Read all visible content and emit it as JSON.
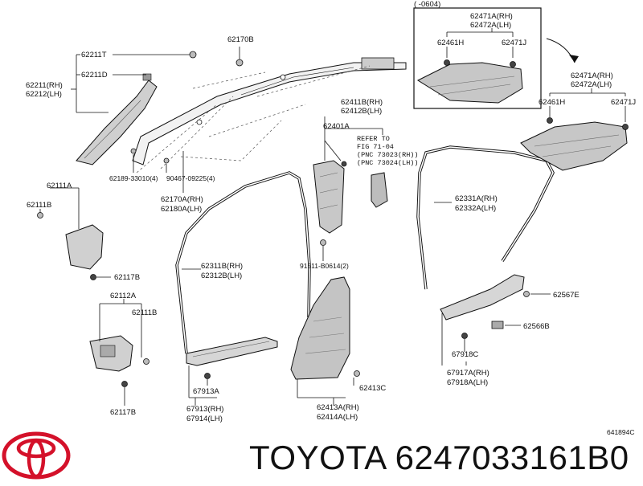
{
  "colors": {
    "brand_red": "#d4112a",
    "line": "#111111",
    "part_fill": "#d9d9d9",
    "part_dark": "#8c8c8c"
  },
  "icons": [
    "toyota-logo"
  ],
  "caption": {
    "brand": "TOYOTA",
    "part_number": "6247033161B0"
  },
  "diagram": {
    "drawing_code": "641894C",
    "inset_header": "(     -0604)",
    "refer_note": [
      "REFER TO",
      "FIG 71-04",
      "(PNC 73023(RH))",
      "(PNC 73024(LH))"
    ],
    "labels": {
      "l_62170B": "62170B",
      "l_62211T": "62211T",
      "l_62211D": "62211D",
      "l_62211RH": "62211(RH)",
      "l_62212LH": "62212(LH)",
      "l_62189": "62189-33010(4)",
      "l_90467": "90467-09225(4)",
      "l_62170A": "62170A(RH)",
      "l_62180A": "62180A(LH)",
      "l_62111A": "62111A",
      "l_62111B_1": "62111B",
      "l_62117B_1": "62117B",
      "l_62112A": "62112A",
      "l_62111B_2": "62111B",
      "l_62117B_2": "62117B",
      "l_62311B": "62311B(RH)",
      "l_62312B": "62312B(LH)",
      "l_67913A": "67913A",
      "l_67913RH": "67913(RH)",
      "l_67914LH": "67914(LH)",
      "l_62411B": "62411B(RH)",
      "l_62412B": "62412B(LH)",
      "l_62401A": "62401A",
      "l_91511": "91511-B0614(2)",
      "l_62413C": "62413C",
      "l_62413A": "62413A(RH)",
      "l_62414A": "62414A(LH)",
      "l_62331A": "62331A(RH)",
      "l_62332A": "62332A(LH)",
      "l_62567E": "62567E",
      "l_62566B": "62566B",
      "l_67918C": "67918C",
      "l_67917A": "67917A(RH)",
      "l_67918A": "67918A(LH)",
      "l_62471A_in": "62471A(RH)",
      "l_62472A_in": "62472A(LH)",
      "l_62461H_in": "62461H",
      "l_62471J_in": "62471J",
      "l_62471A_out": "62471A(RH)",
      "l_62472A_out": "62472A(LH)",
      "l_62461H_out": "62461H",
      "l_62471J_out": "62471J"
    }
  }
}
